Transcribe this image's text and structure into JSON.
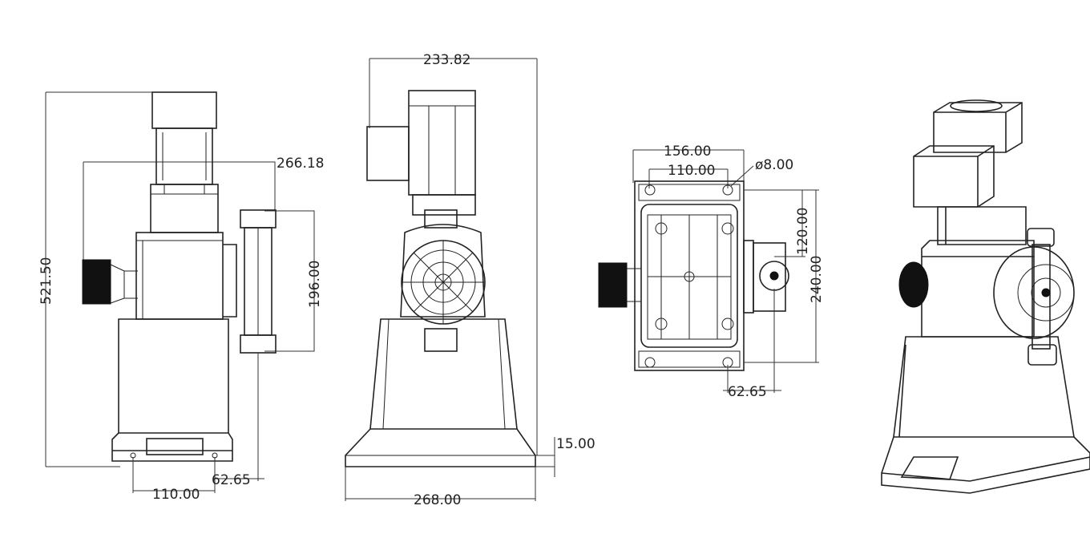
{
  "views": {
    "side": {
      "height": "521.50",
      "offset": "266.18",
      "head_height": "196.00",
      "base_width": "110.00",
      "head_offset": "62.65"
    },
    "front": {
      "width": "233.82",
      "base_thickness": "15.00",
      "base_width": "268.00"
    },
    "top": {
      "width": "156.00",
      "bolt_spacing": "110.00",
      "hole_diameter": "ø8.00",
      "bolt_depth": "120.00",
      "depth": "240.00",
      "head_offset": "62.65"
    }
  }
}
